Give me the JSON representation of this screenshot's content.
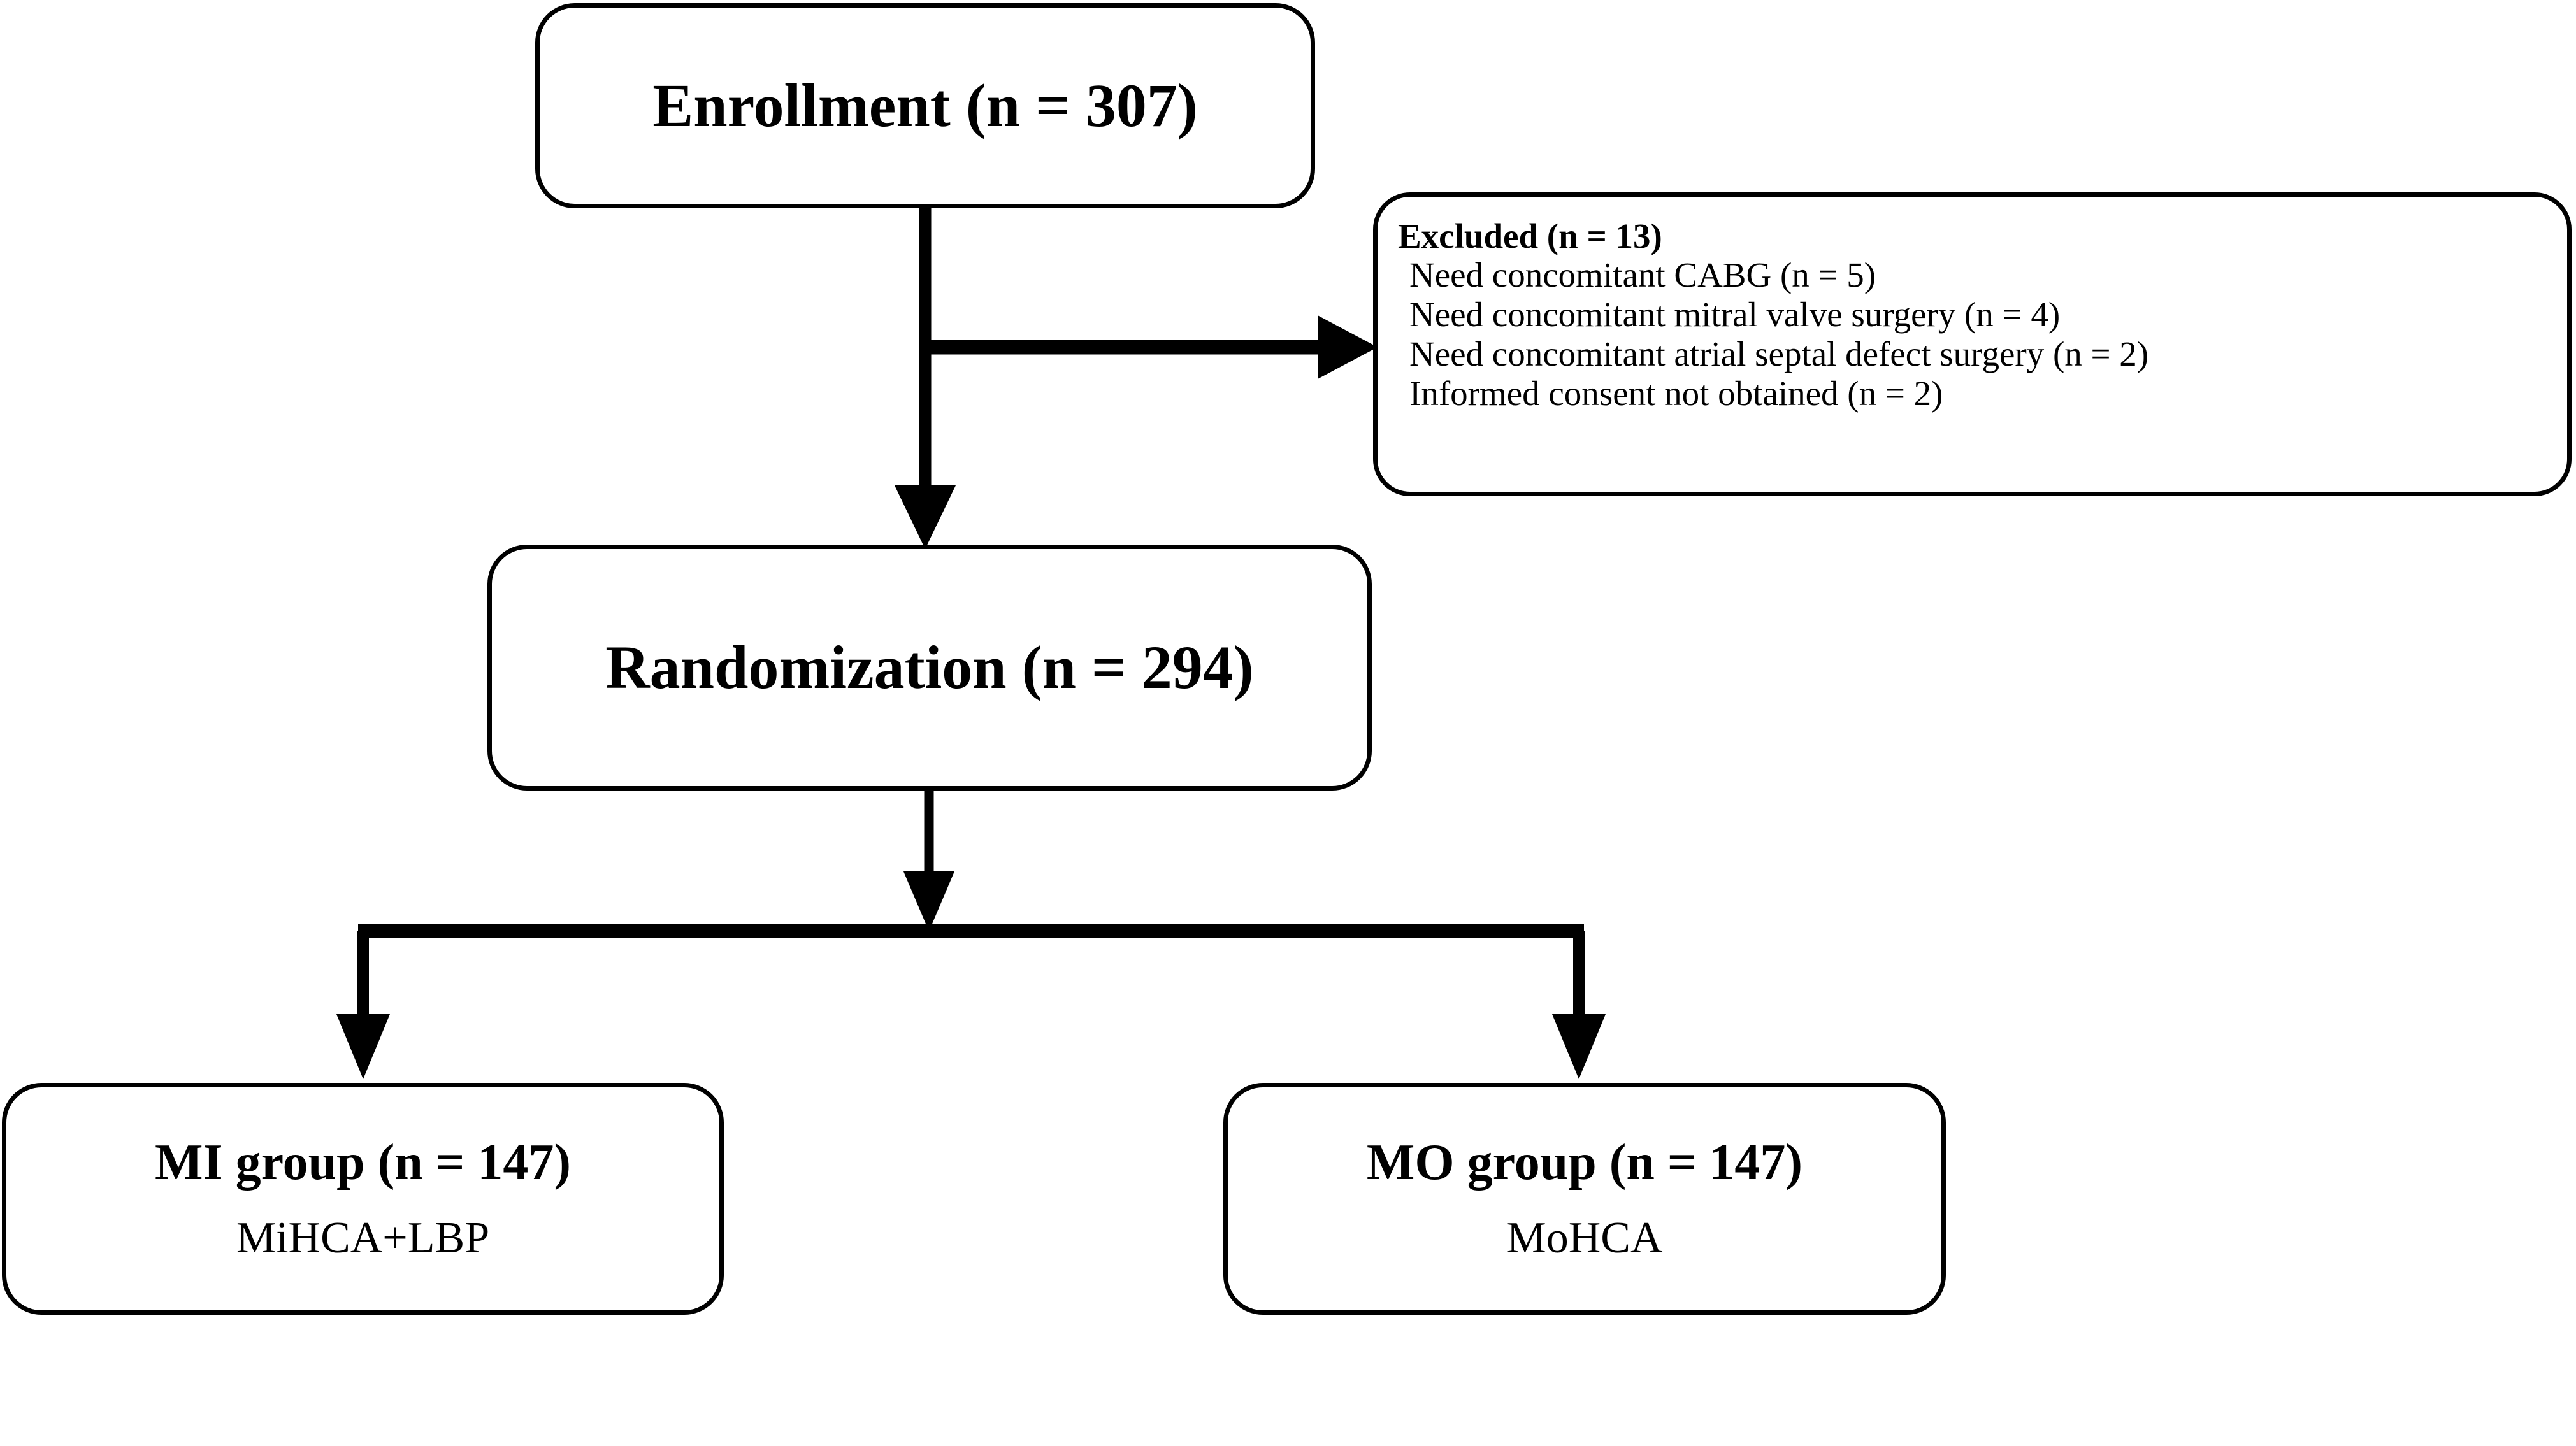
{
  "diagram": {
    "type": "consort-flow-diagram",
    "background_color": "#ffffff",
    "line_color": "#000000",
    "nodes": {
      "enrollment": {
        "title": "Enrollment (n = 307)",
        "n": 307
      },
      "excluded": {
        "title": "Excluded (n = 13)",
        "n": 13,
        "reasons": [
          "Need concomitant CABG (n = 5)",
          "Need concomitant mitral valve surgery (n = 4)",
          "Need concomitant atrial septal defect surgery (n = 2)",
          "Informed consent not obtained (n = 2)"
        ]
      },
      "randomization": {
        "title": "Randomization (n = 294)",
        "n": 294
      },
      "mi_group": {
        "title": "MI group (n = 147)",
        "subtitle": "MiHCA+LBP",
        "n": 147
      },
      "mo_group": {
        "title": "MO group (n = 147)",
        "subtitle": "MoHCA",
        "n": 147
      }
    },
    "edges": [
      {
        "from": "enrollment",
        "to": "excluded",
        "kind": "side-branch-arrow"
      },
      {
        "from": "enrollment",
        "to": "randomization",
        "kind": "down-arrow"
      },
      {
        "from": "randomization",
        "to": "mi_group",
        "kind": "split-down-arrow"
      },
      {
        "from": "randomization",
        "to": "mo_group",
        "kind": "split-down-arrow"
      }
    ]
  }
}
